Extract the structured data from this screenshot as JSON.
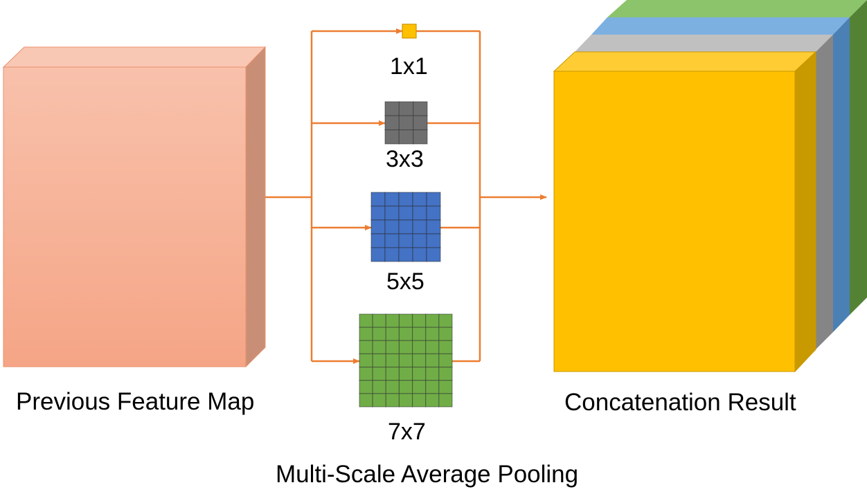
{
  "input": {
    "label": "Previous Feature Map"
  },
  "output": {
    "label": "Concatenation Result"
  },
  "pooling": {
    "label": "Multi-Scale Average Pooling",
    "branches": [
      {
        "label": "1x1",
        "grid": 1,
        "color": "#ffc000"
      },
      {
        "label": "3x3",
        "grid": 3,
        "color": "#6f6f6f"
      },
      {
        "label": "5x5",
        "grid": 5,
        "color": "#4472c4"
      },
      {
        "label": "7x7",
        "grid": 7,
        "color": "#70ad47"
      }
    ]
  },
  "colors": {
    "arrow": "#ed7d31",
    "input_front": "#f7b49a",
    "layers": [
      "#70ad47",
      "#5b9bd5",
      "#a5a5a5",
      "#ffc000"
    ]
  }
}
